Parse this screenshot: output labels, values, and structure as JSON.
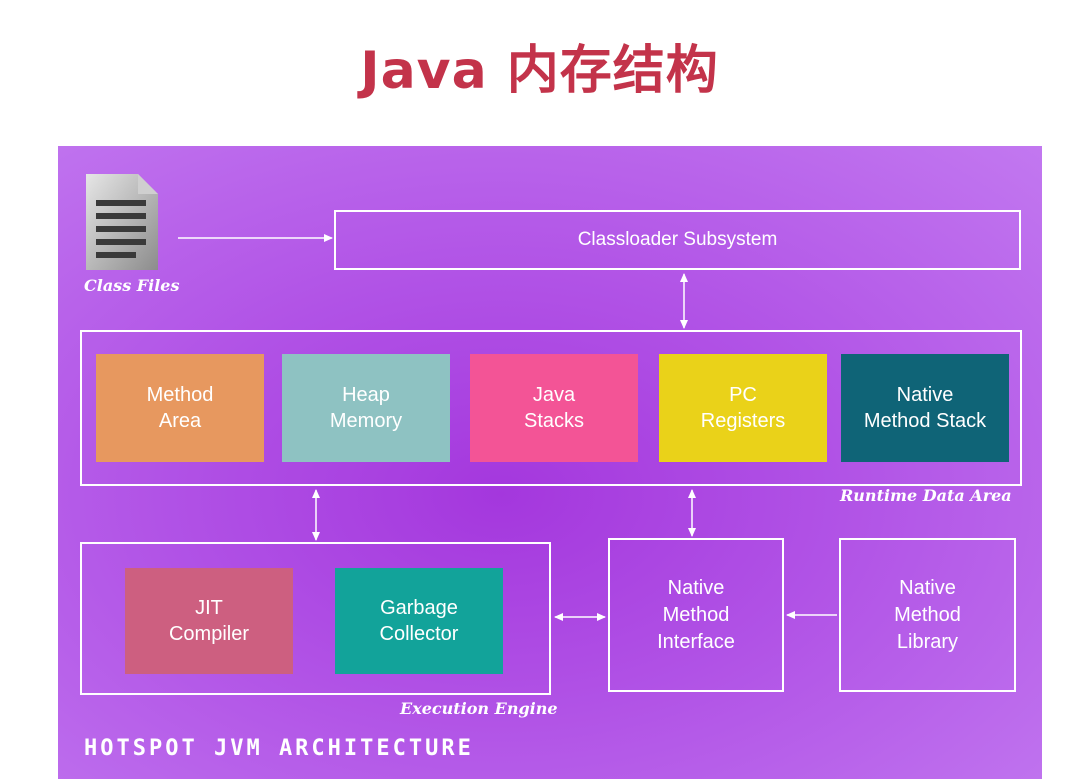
{
  "title": "Java 内存结构",
  "diagram": {
    "class_files_label": "Class Files",
    "classloader_label": "Classloader Subsystem",
    "runtime_area": {
      "label": "Runtime Data Area",
      "method_area": "Method\nArea",
      "heap_memory": "Heap\nMemory",
      "java_stacks": "Java\nStacks",
      "pc_registers": "PC\nRegisters",
      "native_method_stack": "Native\nMethod Stack"
    },
    "execution_engine": {
      "label": "Execution Engine",
      "jit_compiler": "JIT\nCompiler",
      "garbage_collector": "Garbage\nCollector"
    },
    "native_method_interface": "Native\nMethod\nInterface",
    "native_method_library": "Native\nMethod\nLibrary",
    "footer": "HOTSPOT JVM ARCHITECTURE",
    "colors": {
      "title": "#c3334a",
      "background": "#b153e6",
      "method_area": "#e7985f",
      "heap_memory": "#8ec2c2",
      "java_stacks": "#f35496",
      "pc_registers": "#ead219",
      "native_method_stack": "#0f6477",
      "jit_compiler": "#cd5f80",
      "garbage_collector": "#12a39a"
    }
  }
}
